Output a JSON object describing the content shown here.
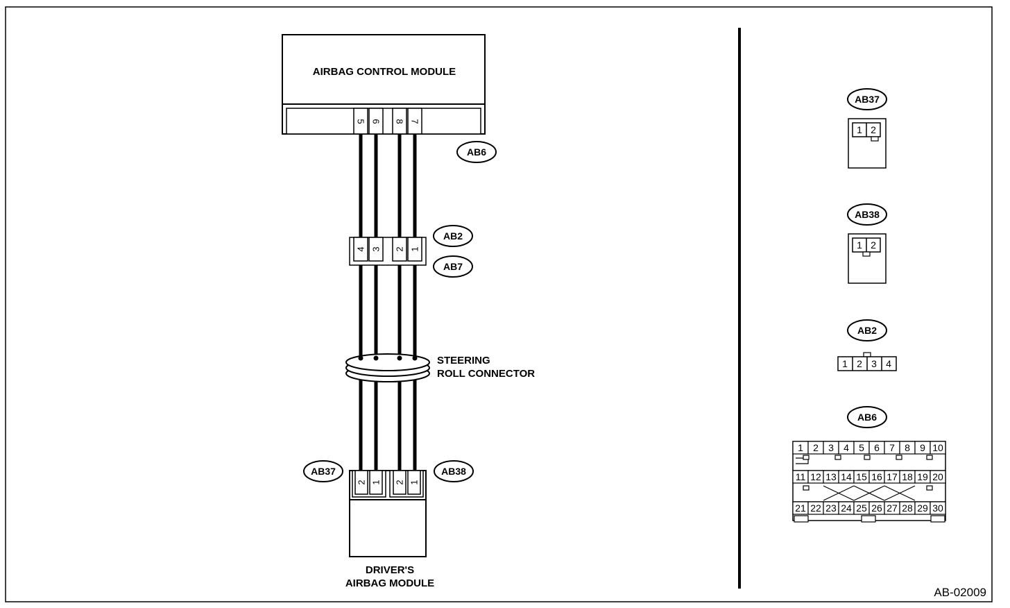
{
  "modules": {
    "acm": "AIRBAG CONTROL MODULE",
    "src_line1": "STEERING",
    "src_line2": "ROLL CONNECTOR",
    "dam_line1": "DRIVER'S",
    "dam_line2": "AIRBAG MODULE"
  },
  "tags": {
    "ab6": "AB6",
    "ab2": "AB2",
    "ab7": "AB7",
    "ab37": "AB37",
    "ab38": "AB38"
  },
  "pins": {
    "acm": [
      "5",
      "6",
      "8",
      "7"
    ],
    "ab2_ab7": [
      "4",
      "3",
      "2",
      "1"
    ],
    "ab37": [
      "2",
      "1"
    ],
    "ab38": [
      "2",
      "1"
    ]
  },
  "connector_views": {
    "ab37": {
      "tag": "AB37",
      "pins": [
        "1",
        "2"
      ]
    },
    "ab38": {
      "tag": "AB38",
      "pins": [
        "1",
        "2"
      ]
    },
    "ab2": {
      "tag": "AB2",
      "pins": [
        "1",
        "2",
        "3",
        "4"
      ]
    },
    "ab6": {
      "tag": "AB6",
      "row1": [
        "1",
        "2",
        "3",
        "4",
        "5",
        "6",
        "7",
        "8",
        "9",
        "10"
      ],
      "row2": [
        "11",
        "12",
        "13",
        "14",
        "15",
        "16",
        "17",
        "18",
        "19",
        "20"
      ],
      "row3": [
        "21",
        "22",
        "23",
        "24",
        "25",
        "26",
        "27",
        "28",
        "29",
        "30"
      ]
    }
  },
  "figure_id": "AB-02009"
}
